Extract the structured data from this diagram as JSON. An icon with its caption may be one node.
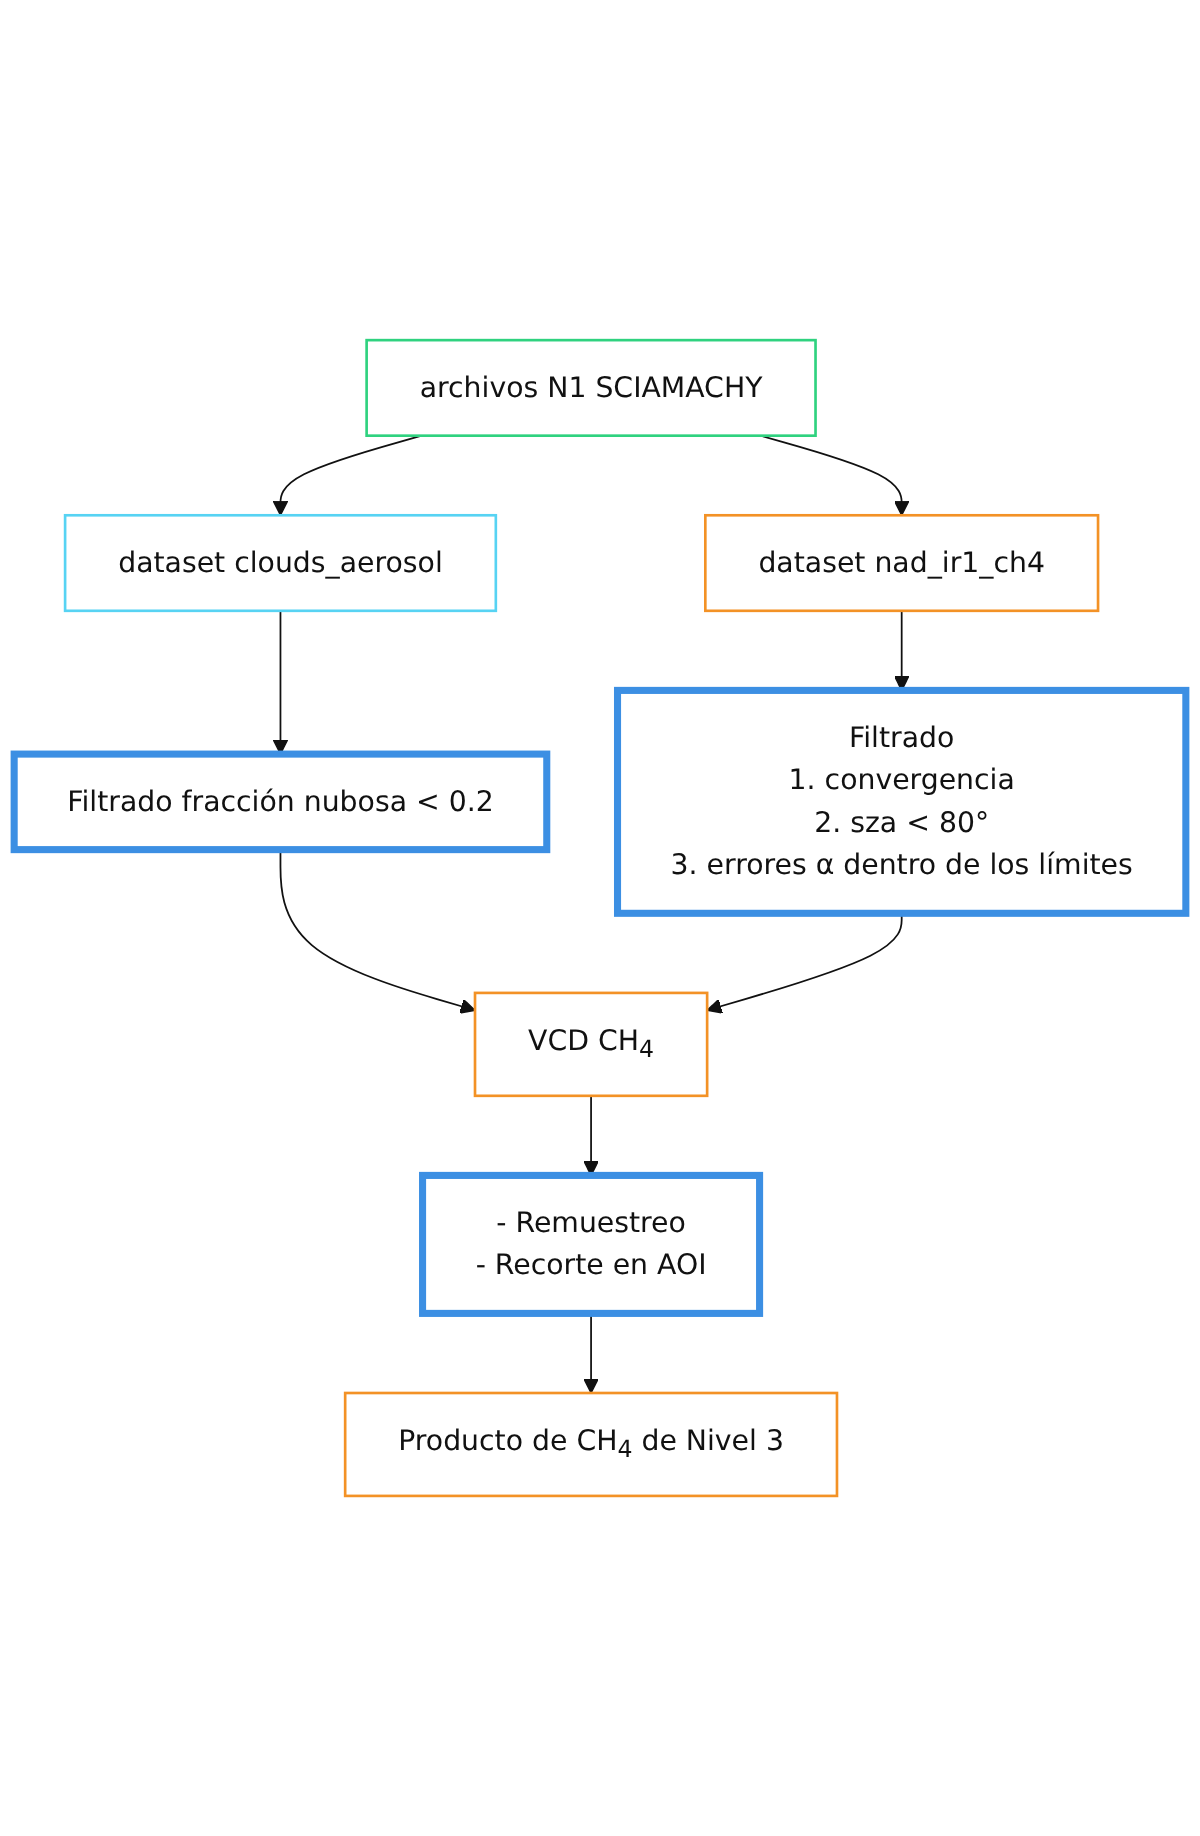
{
  "diagram": {
    "nodes": [
      {
        "text": [
          "archivos N1 SCIAMACHY"
        ]
      },
      {
        "text": [
          "dataset clouds_aerosol"
        ]
      },
      {
        "text": [
          "dataset nad_ir1_ch4"
        ]
      },
      {
        "text": [
          "Filtrado fracción nubosa < 0.2"
        ]
      },
      {
        "text": [
          "Filtrado",
          "1. convergencia",
          "2. sza < 80°",
          "3. errores α dentro de los límites"
        ]
      },
      {
        "text": [
          "VCD CH$_{4}$"
        ]
      },
      {
        "text": [
          "- Remuestreo",
          "- Recorte en AOI"
        ]
      },
      {
        "text": [
          "Producto de CH$_{4}$ de Nivel 3"
        ]
      }
    ],
    "edges": [
      {
        "from": 0,
        "to": 1,
        "arrow": "to"
      },
      {
        "from": 0,
        "to": 2,
        "arrow": "to"
      },
      {
        "from": 1,
        "to": 3,
        "arrow": "to"
      },
      {
        "from": 2,
        "to": 4,
        "arrow": "to"
      },
      {
        "from": 3,
        "to": 5,
        "arrow": "to"
      },
      {
        "from": 4,
        "to": 5,
        "arrow": "to"
      },
      {
        "from": 5,
        "to": 6,
        "arrow": "to"
      },
      {
        "from": 6,
        "to": 7,
        "arrow": "to"
      }
    ]
  }
}
